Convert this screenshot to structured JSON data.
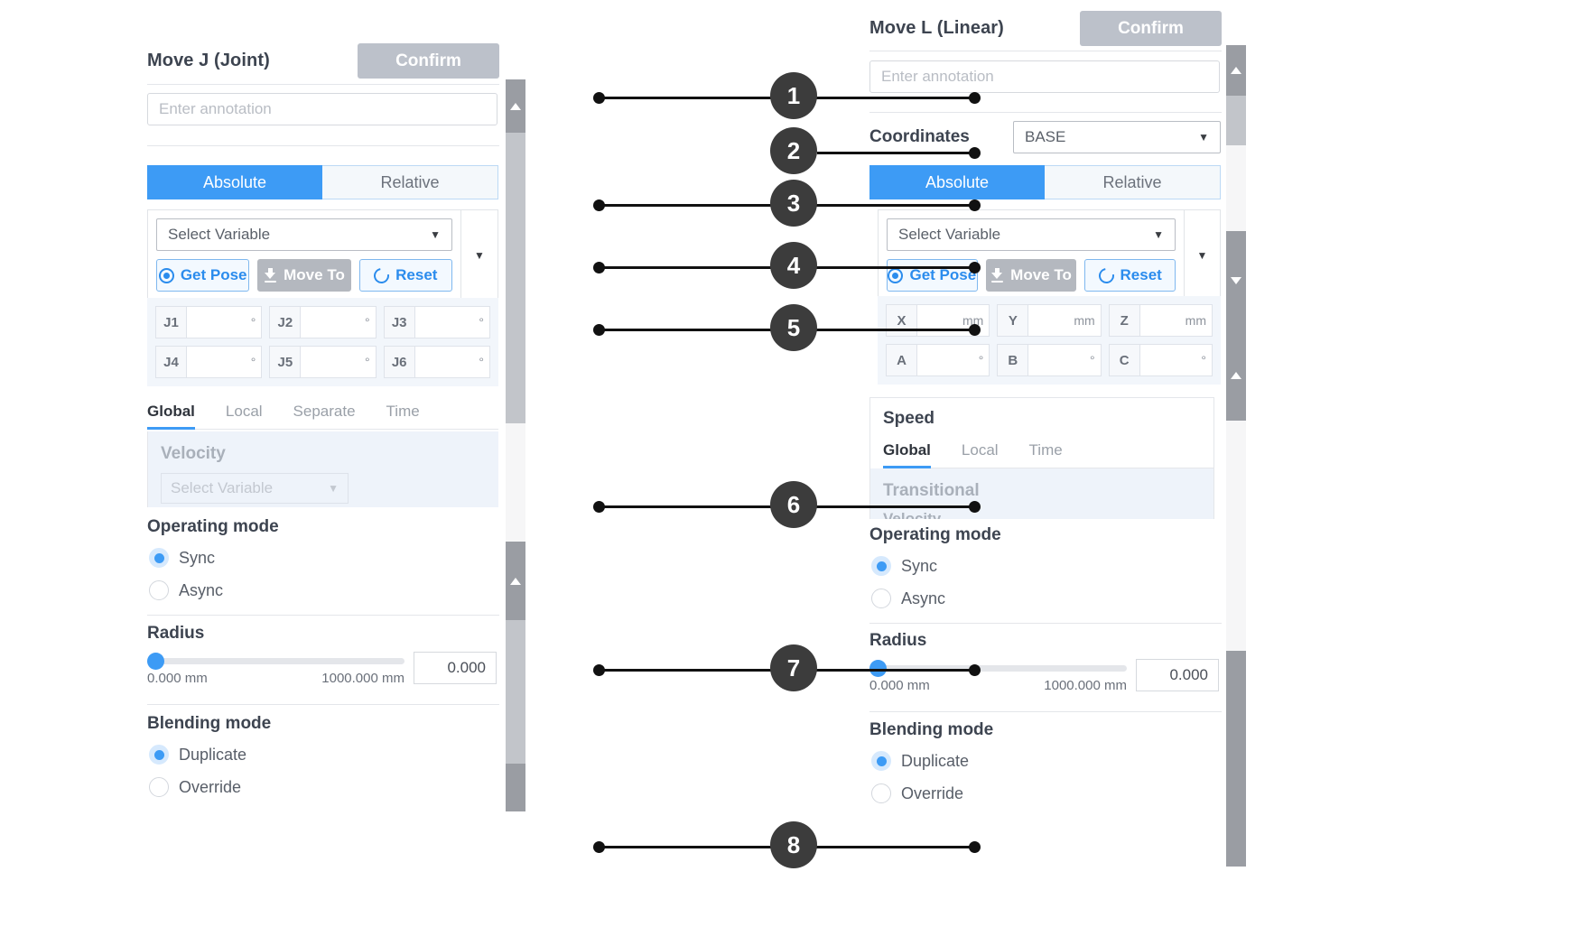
{
  "left_panel": {
    "title": "Move J (Joint)",
    "confirm_label": "Confirm",
    "annotation_placeholder": "Enter annotation",
    "mode_toggle": {
      "absolute": "Absolute",
      "relative": "Relative",
      "selected": "Absolute"
    },
    "select_variable": "Select Variable",
    "pose_buttons": {
      "get_pose": "Get Pose",
      "move_to": "Move To",
      "reset": "Reset"
    },
    "fields": [
      {
        "label": "J1",
        "value": "",
        "unit": "°"
      },
      {
        "label": "J2",
        "value": "",
        "unit": "°"
      },
      {
        "label": "J3",
        "value": "",
        "unit": "°"
      },
      {
        "label": "J4",
        "value": "",
        "unit": "°"
      },
      {
        "label": "J5",
        "value": "",
        "unit": "°"
      },
      {
        "label": "J6",
        "value": "",
        "unit": "°"
      }
    ],
    "speed_tabs": [
      "Global",
      "Local",
      "Separate",
      "Time"
    ],
    "speed_tab_selected": "Global",
    "velocity_title": "Velocity",
    "velocity_select": "Select Variable",
    "operating_mode": {
      "title": "Operating mode",
      "options": [
        "Sync",
        "Async"
      ],
      "selected": "Sync"
    },
    "radius": {
      "title": "Radius",
      "min_label": "0.000 mm",
      "max_label": "1000.000 mm",
      "value": "0.000"
    },
    "blending_mode": {
      "title": "Blending mode",
      "options": [
        "Duplicate",
        "Override"
      ],
      "selected": "Duplicate"
    }
  },
  "right_panel": {
    "title": "Move L (Linear)",
    "confirm_label": "Confirm",
    "annotation_placeholder": "Enter annotation",
    "coordinates_label": "Coordinates",
    "coordinates_value": "BASE",
    "mode_toggle": {
      "absolute": "Absolute",
      "relative": "Relative",
      "selected": "Absolute"
    },
    "select_variable": "Select Variable",
    "pose_buttons": {
      "get_pose": "Get Pose",
      "move_to": "Move To",
      "reset": "Reset"
    },
    "fields": [
      {
        "label": "X",
        "value": "",
        "unit": "mm"
      },
      {
        "label": "Y",
        "value": "",
        "unit": "mm"
      },
      {
        "label": "Z",
        "value": "",
        "unit": "mm"
      },
      {
        "label": "A",
        "value": "",
        "unit": "°"
      },
      {
        "label": "B",
        "value": "",
        "unit": "°"
      },
      {
        "label": "C",
        "value": "",
        "unit": "°"
      }
    ],
    "speed_title": "Speed",
    "speed_tabs": [
      "Global",
      "Local",
      "Time"
    ],
    "speed_tab_selected": "Global",
    "velocity_title": "Transitional",
    "velocity_subtitle": "Velocity",
    "operating_mode": {
      "title": "Operating mode",
      "options": [
        "Sync",
        "Async"
      ],
      "selected": "Sync"
    },
    "radius": {
      "title": "Radius",
      "min_label": "0.000 mm",
      "max_label": "1000.000 mm",
      "value": "0.000"
    },
    "blending_mode": {
      "title": "Blending mode",
      "options": [
        "Duplicate",
        "Override"
      ],
      "selected": "Duplicate"
    }
  },
  "callouts": [
    {
      "number": "1"
    },
    {
      "number": "2"
    },
    {
      "number": "3"
    },
    {
      "number": "4"
    },
    {
      "number": "5"
    },
    {
      "number": "6"
    },
    {
      "number": "7"
    },
    {
      "number": "8"
    }
  ],
  "colors": {
    "accent": "#3d9bf5",
    "confirm_disabled": "#bcc1ca",
    "badge": "#3c3c3c",
    "field_bg": "#f2f6fb"
  }
}
